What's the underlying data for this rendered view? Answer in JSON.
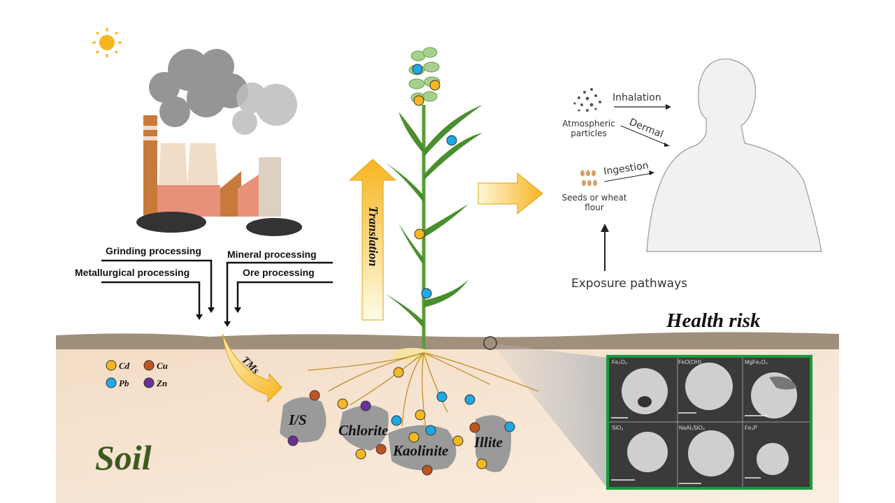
{
  "sources": {
    "grinding": "Grinding processing",
    "metallurgical": "Metallurgical processing",
    "mineral": "Mineral processing",
    "ore": "Ore processing"
  },
  "plant": {
    "arrow_label": "Translation"
  },
  "soil": {
    "label": "Soil",
    "tms_label": "TMs"
  },
  "legend": {
    "cd": "Cd",
    "cu": "Cu",
    "pb": "Pb",
    "zn": "Zn"
  },
  "minerals": {
    "is": "I/S",
    "chlorite": "Chlorite",
    "kaolinite": "Kaolinite",
    "illite": "Illite"
  },
  "health": {
    "atmospheric": "Atmospheric",
    "particles": "particles",
    "inhalation": "Inhalation",
    "dermal": "Dermal",
    "ingestion": "Ingestion",
    "seeds1": "Seeds or wheat",
    "seeds2": "flour",
    "exposure": "Exposure pathways",
    "title": "Health risk"
  },
  "sem_panels": [
    "Fe₃O₄",
    "FeO(OH)",
    "MgFe₂O₄",
    "SiO₂",
    "NaAl₂SiO₄",
    "Fe₂P"
  ],
  "colors": {
    "cd": "#f5b820",
    "cu": "#c0541e",
    "pb": "#1fa7e6",
    "zn": "#6a3096",
    "soil_band": "#a08f7b",
    "soil": "#f6e4d0",
    "sem_border": "#1a9a3c",
    "soil_text": "#3d5a1e"
  }
}
